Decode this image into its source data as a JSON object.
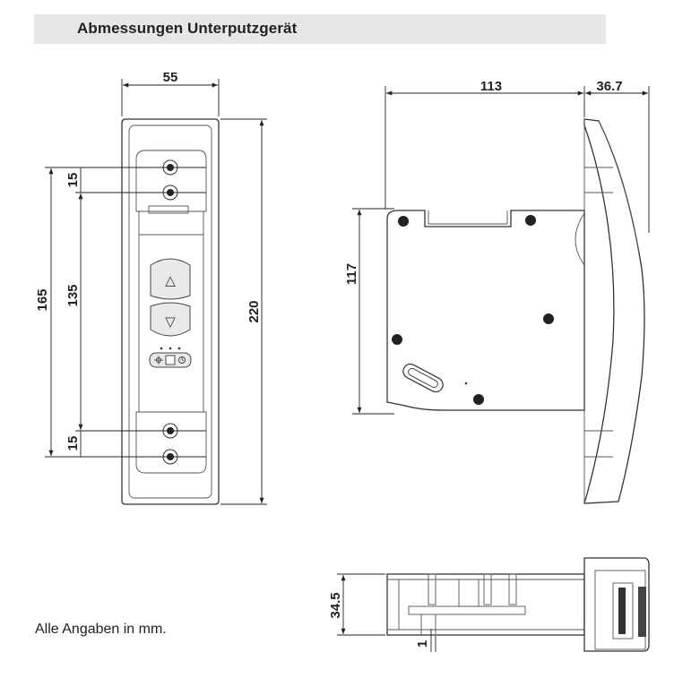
{
  "header": {
    "title": "Abmessungen Unterputzgerät"
  },
  "footer": {
    "note": "Alle Angaben in mm."
  },
  "front_view": {
    "dim_width": "55",
    "dim_height_total": "220",
    "dim_outer_hole": "165",
    "dim_inner_hole": "135",
    "dim_top_pitch": "15",
    "dim_bottom_pitch": "15",
    "key_up_symbol": "△",
    "key_down_symbol": "▽"
  },
  "side_view": {
    "dim_depth": "113",
    "dim_front": "36.7",
    "dim_height": "117"
  },
  "bottom_view": {
    "dim_height": "34.5",
    "dim_offset": "1"
  }
}
